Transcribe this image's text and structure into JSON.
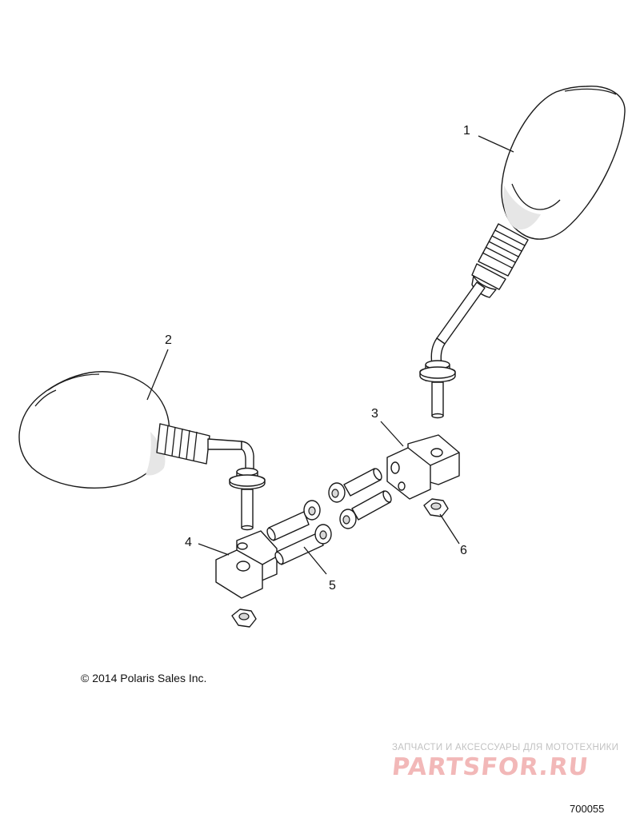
{
  "callouts": {
    "c1": "1",
    "c2": "2",
    "c3": "3",
    "c4": "4",
    "c5": "5",
    "c6": "6"
  },
  "copyright": "© 2014 Polaris Sales Inc.",
  "watermark": {
    "tagline": "ЗАПЧАСТИ И АКСЕССУАРЫ ДЛЯ МОТОТЕХНИКИ",
    "logo": "PARTSFOR.RU",
    "logo_color": "#f2b8b8"
  },
  "drawing_number": "700055"
}
